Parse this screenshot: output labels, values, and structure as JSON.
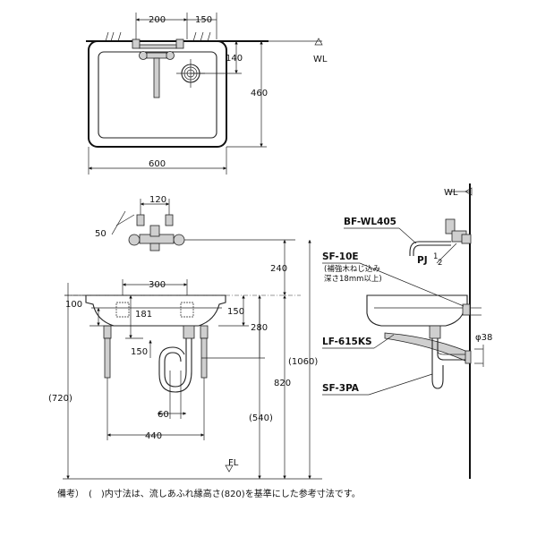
{
  "dims": {
    "top_faucet_spacing": "200",
    "top_right_offset": "150",
    "drain_offset": "140",
    "depth": "460",
    "width": "600",
    "valve_spacing": "120",
    "valve_angle": "50",
    "bowl_width": "300",
    "left_100": "100",
    "left_181": "181",
    "left_150": "150",
    "right_150": "150",
    "height_240": "240",
    "height_280": "280",
    "height_1060": "(1060)",
    "height_820": "820",
    "height_540": "(540)",
    "height_720": "(720)",
    "trap_60": "60",
    "leg_spacing": "440",
    "pipe_dia": "φ38"
  },
  "labels": {
    "wl_top": "WL",
    "wl_side": "WL",
    "fl": "FL",
    "faucet_model": "BF-WL405",
    "pj_prefix": "PJ",
    "pj_num": "1",
    "pj_den": "2",
    "bracket_model": "SF-10E",
    "bracket_note_1": "(補強木ねじ込み",
    "bracket_note_2": "深さ18mm以上)",
    "support_model": "LF-615KS",
    "trap_model": "SF-3PA"
  },
  "note": "備考）　(　)内寸法は、流しあふれ縁高さ(820)を基準にした参考寸法です。"
}
